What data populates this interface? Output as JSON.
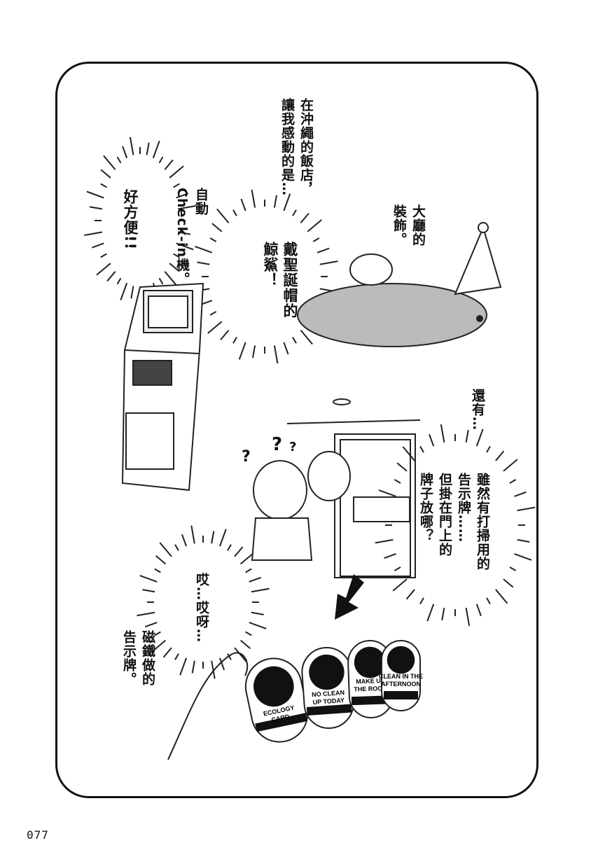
{
  "narration": {
    "intro": [
      "在沖繩的飯店，",
      "讓我感動的是…"
    ],
    "kiosk": [
      "自動",
      "Check-in機。"
    ],
    "kiosk_exclaim": [
      "好方便!!"
    ],
    "lobby": [
      "大廳的",
      "裝飾。"
    ],
    "shark": [
      "戴聖誕帽的",
      "鯨鯊！"
    ],
    "also": [
      "還有…"
    ],
    "door_question": [
      "雖然有打掃用的",
      "告示牌……",
      "但掛在門上的",
      "牌子放哪？"
    ],
    "surprise": [
      "哎…哎呀…"
    ],
    "magnet": [
      "磁鐵做的",
      "告示牌。"
    ]
  },
  "signs": [
    {
      "label": [
        "ECOLOGY",
        "CARD"
      ],
      "icon": "sprout-icon"
    },
    {
      "label": [
        "NO CLEAN",
        "UP TODAY"
      ],
      "icon": "hands-icon"
    },
    {
      "label": [
        "MAKE UP",
        "THE ROOM"
      ],
      "icon": "bed-icon"
    },
    {
      "label": [
        "CLEAN IN THE",
        "AFTERNOON"
      ],
      "icon": "bed-icon"
    }
  ],
  "question_marks": [
    "?",
    "?",
    "?"
  ],
  "page_number": "077"
}
